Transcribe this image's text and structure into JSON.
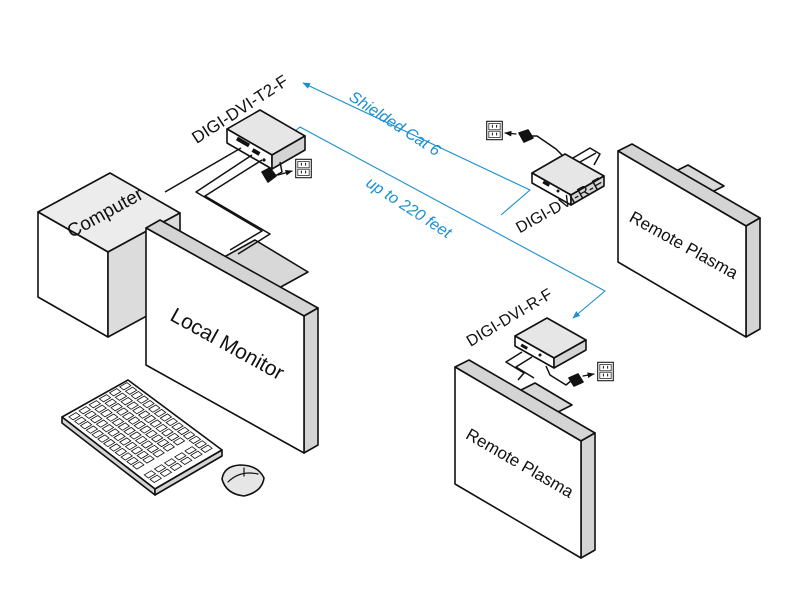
{
  "labels": {
    "transmitter": "DIGI-DVI-T2-F",
    "receiver_upper": "DIGI-DVI-R-F",
    "receiver_lower": "DIGI-DVI-R-F",
    "computer": "Computer",
    "local_monitor": "Local Monitor",
    "remote_plasma_upper": "Remote Plasma",
    "remote_plasma_lower": "Remote Plasma",
    "cable_type": "Shielded Cat 6",
    "cable_distance": "up to 220 feet"
  },
  "colors": {
    "cat6_cable": "#1a8fd1",
    "outline": "#111111",
    "background": "#ffffff",
    "shade_dark": "#d4d4d4",
    "shade_light": "#ececec"
  },
  "icons": {
    "power_outlet": "power-outlet-icon",
    "power_adapter": "power-adapter-icon",
    "keyboard": "keyboard-icon",
    "mouse": "mouse-icon"
  }
}
